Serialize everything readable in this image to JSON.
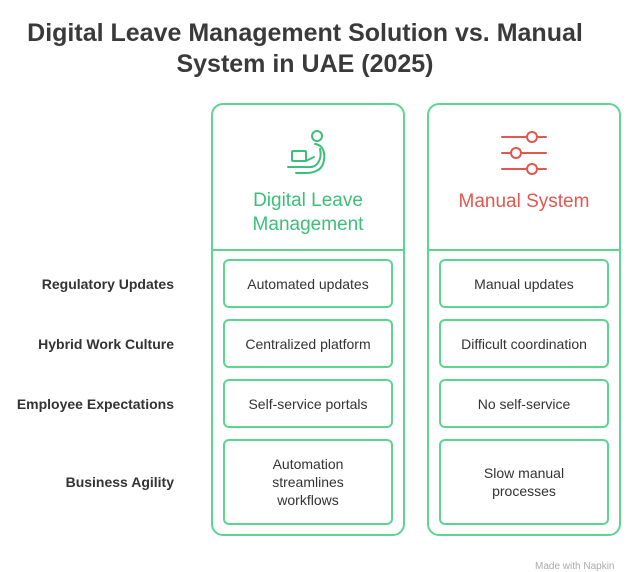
{
  "title": {
    "line1": "Digital Leave Management Solution vs. Manual",
    "line2": "System in UAE (2025)"
  },
  "columns": [
    {
      "title_line1": "Digital Leave",
      "title_line2": "Management",
      "icon": "person-with-laptop-icon",
      "color": "#3cbf79"
    },
    {
      "title": "Manual System",
      "icon": "sliders-icon",
      "color": "#e0584f"
    }
  ],
  "rows": [
    {
      "label": "Regulatory Updates",
      "digital": "Automated updates",
      "manual": "Manual updates"
    },
    {
      "label": "Hybrid Work Culture",
      "digital": "Centralized platform",
      "manual": "Difficult coordination"
    },
    {
      "label": "Employee Expectations",
      "digital": "Self-service portals",
      "manual": "No self-service"
    },
    {
      "label": "Business Agility",
      "digital_lines": [
        "Automation",
        "streamlines",
        "workflows"
      ],
      "manual_lines": [
        "Slow manual",
        "processes"
      ]
    }
  ],
  "colors": {
    "border": "#5ed492",
    "digital_accent": "#3cbf79",
    "manual_accent": "#e0584f"
  },
  "watermark": "Made with Napkin"
}
